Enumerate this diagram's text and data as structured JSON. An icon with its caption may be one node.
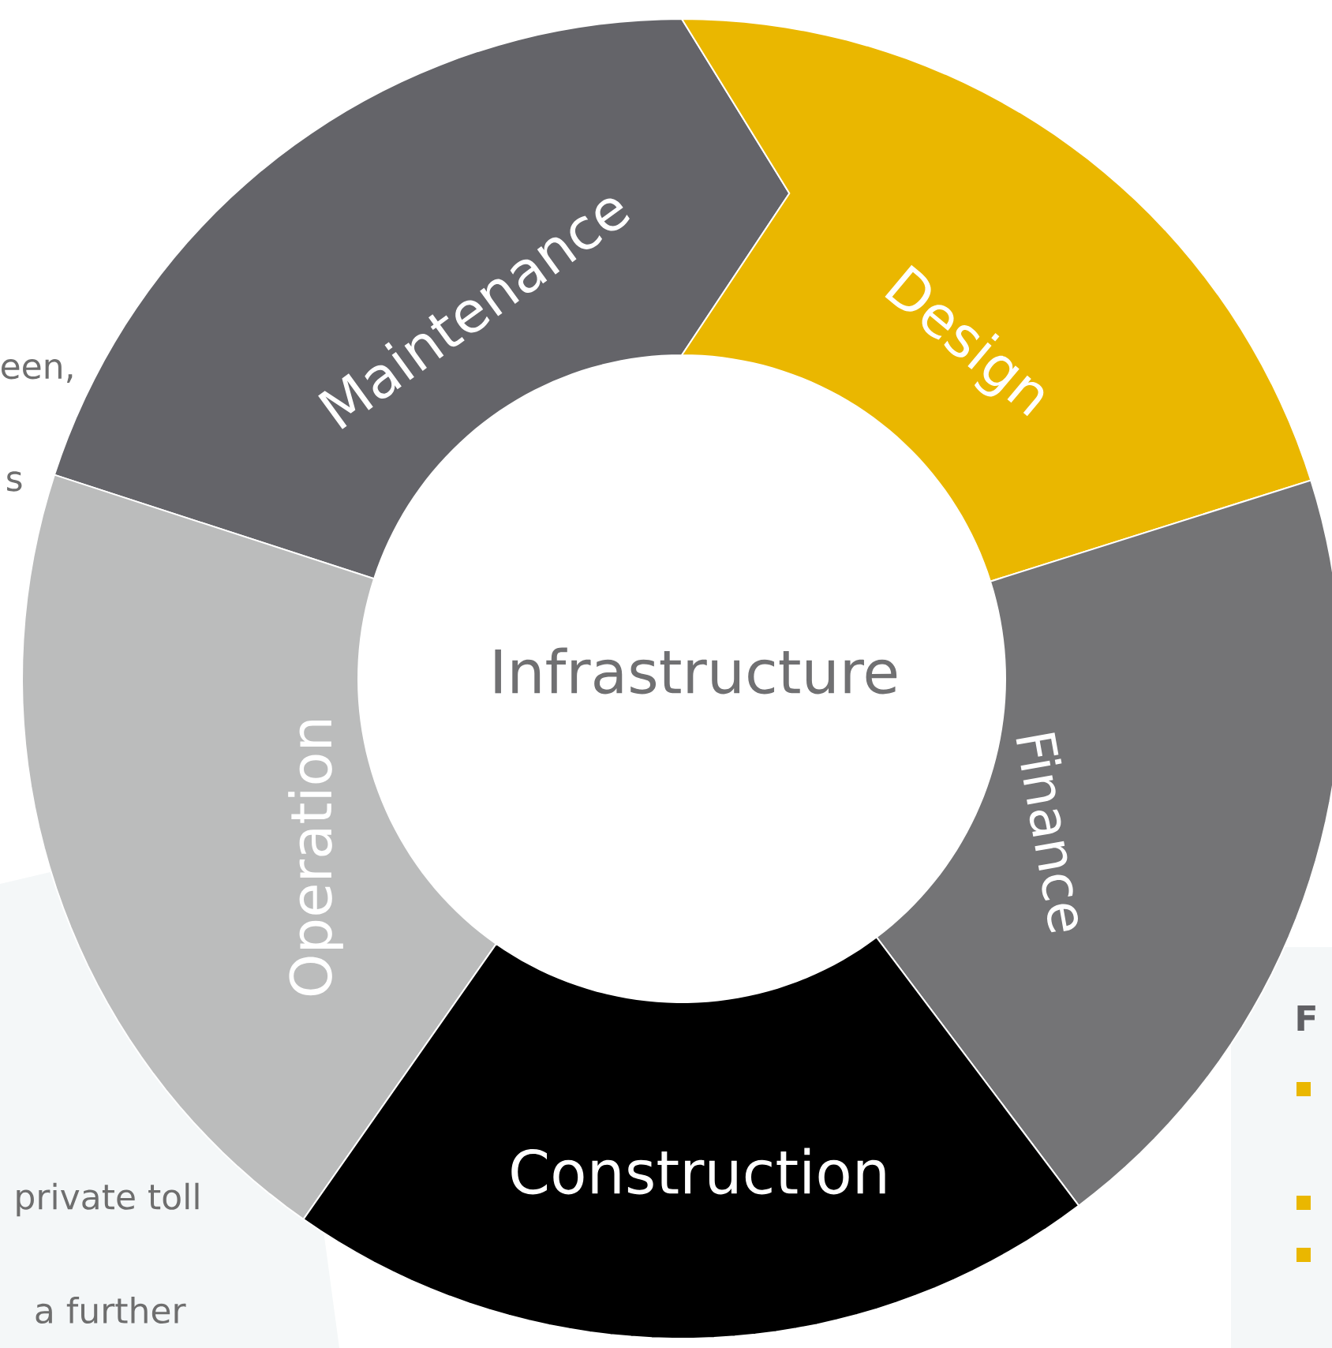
{
  "diagram": {
    "nodes": [
      {
        "text": [
          "Maintenance"
        ]
      },
      {
        "text": [
          "Design"
        ]
      },
      {
        "text": [
          "Infrastructure"
        ]
      },
      {
        "text": [
          "Operation"
        ]
      },
      {
        "text": [
          "Finance"
        ]
      },
      {
        "text": [
          "Construction"
        ]
      }
    ],
    "labels": [
      "een,",
      "s",
      "private toll",
      "a further",
      "F"
    ]
  }
}
